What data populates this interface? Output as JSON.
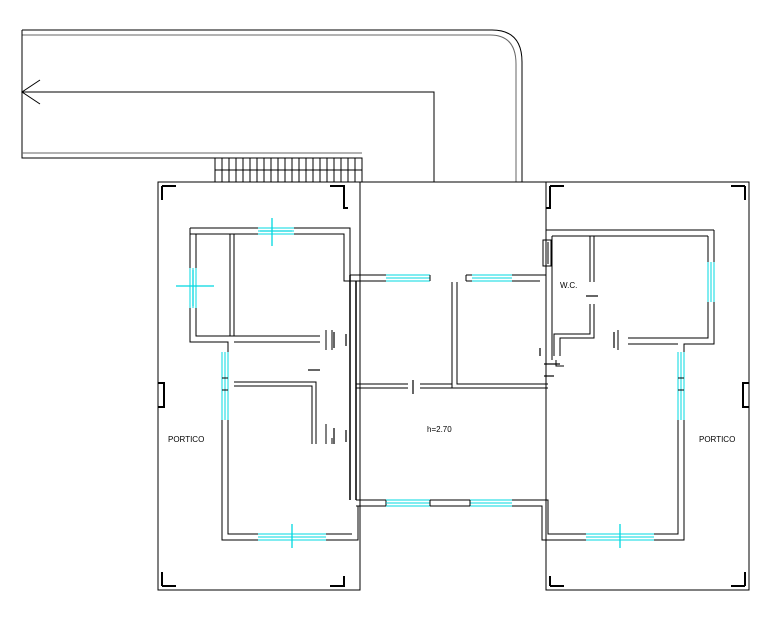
{
  "labels": {
    "wc": "W.C.",
    "height": "h=2.70",
    "portico_left": "PORTICO",
    "portico_right": "PORTICO"
  },
  "colors": {
    "line": "#000000",
    "window": "#00d8e0"
  }
}
